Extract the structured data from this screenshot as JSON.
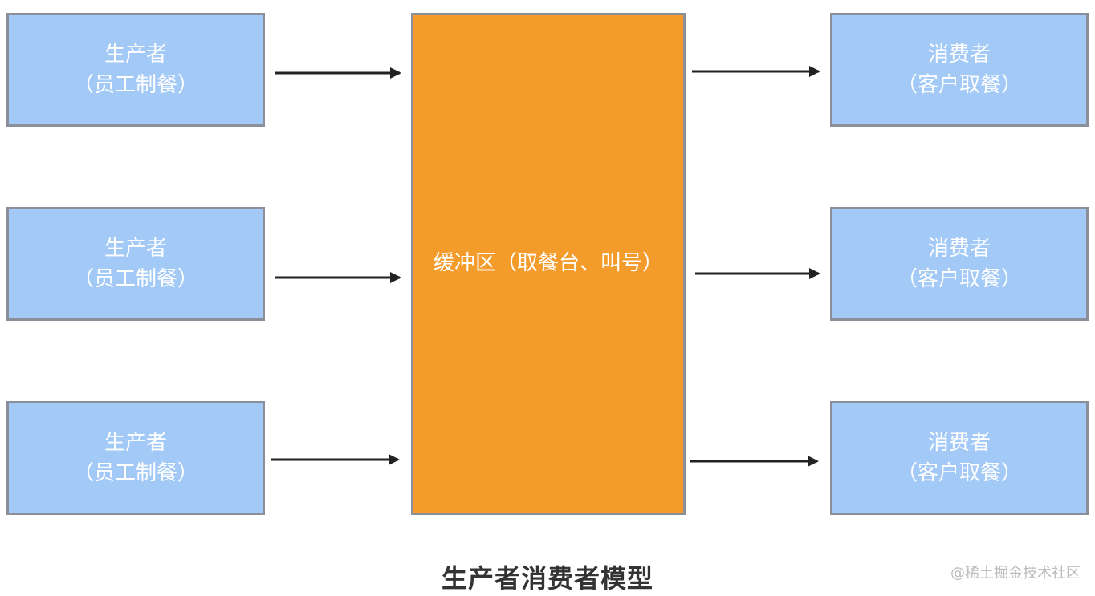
{
  "producers": [
    {
      "line1": "生产者",
      "line2": "（员工制餐）"
    },
    {
      "line1": "生产者",
      "line2": "（员工制餐）"
    },
    {
      "line1": "生产者",
      "line2": "（员工制餐）"
    }
  ],
  "buffer": {
    "label": "缓冲区（取餐台、叫号）"
  },
  "consumers": [
    {
      "line1": "消费者",
      "line2": "（客户取餐）"
    },
    {
      "line1": "消费者",
      "line2": "（客户取餐）"
    },
    {
      "line1": "消费者",
      "line2": "（客户取餐）"
    }
  ],
  "caption": "生产者消费者模型",
  "watermark": "@稀土掘金技术社区",
  "colors": {
    "producer_box": "#a3c9f7",
    "consumer_box": "#a3c9f7",
    "buffer_box": "#f39c2b",
    "border": "#8a8f99",
    "arrow": "#222222"
  }
}
